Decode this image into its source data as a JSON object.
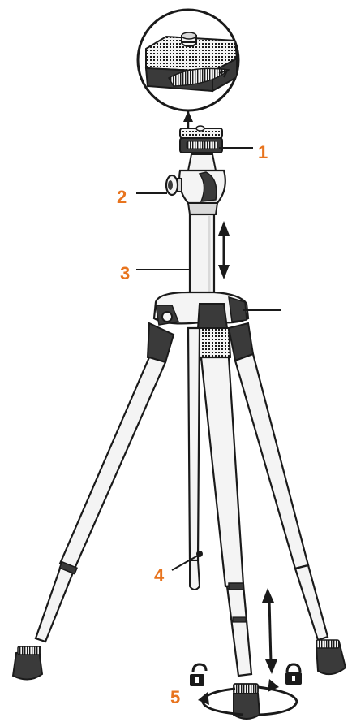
{
  "callouts": [
    {
      "id": "1",
      "label": "1"
    },
    {
      "id": "2",
      "label": "2"
    },
    {
      "id": "3",
      "label": "3"
    },
    {
      "id": "4",
      "label": "4"
    },
    {
      "id": "5",
      "label": "5"
    }
  ],
  "colors": {
    "callout": "#e8741e",
    "ink": "#1a1a1a",
    "fill_light": "#f4f4f4",
    "fill_mid": "#d9d9d9",
    "fill_dark": "#3a3a3a",
    "background": "#ffffff"
  },
  "icons": {
    "lock_unlocked": "padlock-open-icon",
    "lock_locked": "padlock-closed-icon",
    "adjust_arrow": "double-arrow-icon",
    "rotate_arrow": "rotation-arrow-icon"
  }
}
